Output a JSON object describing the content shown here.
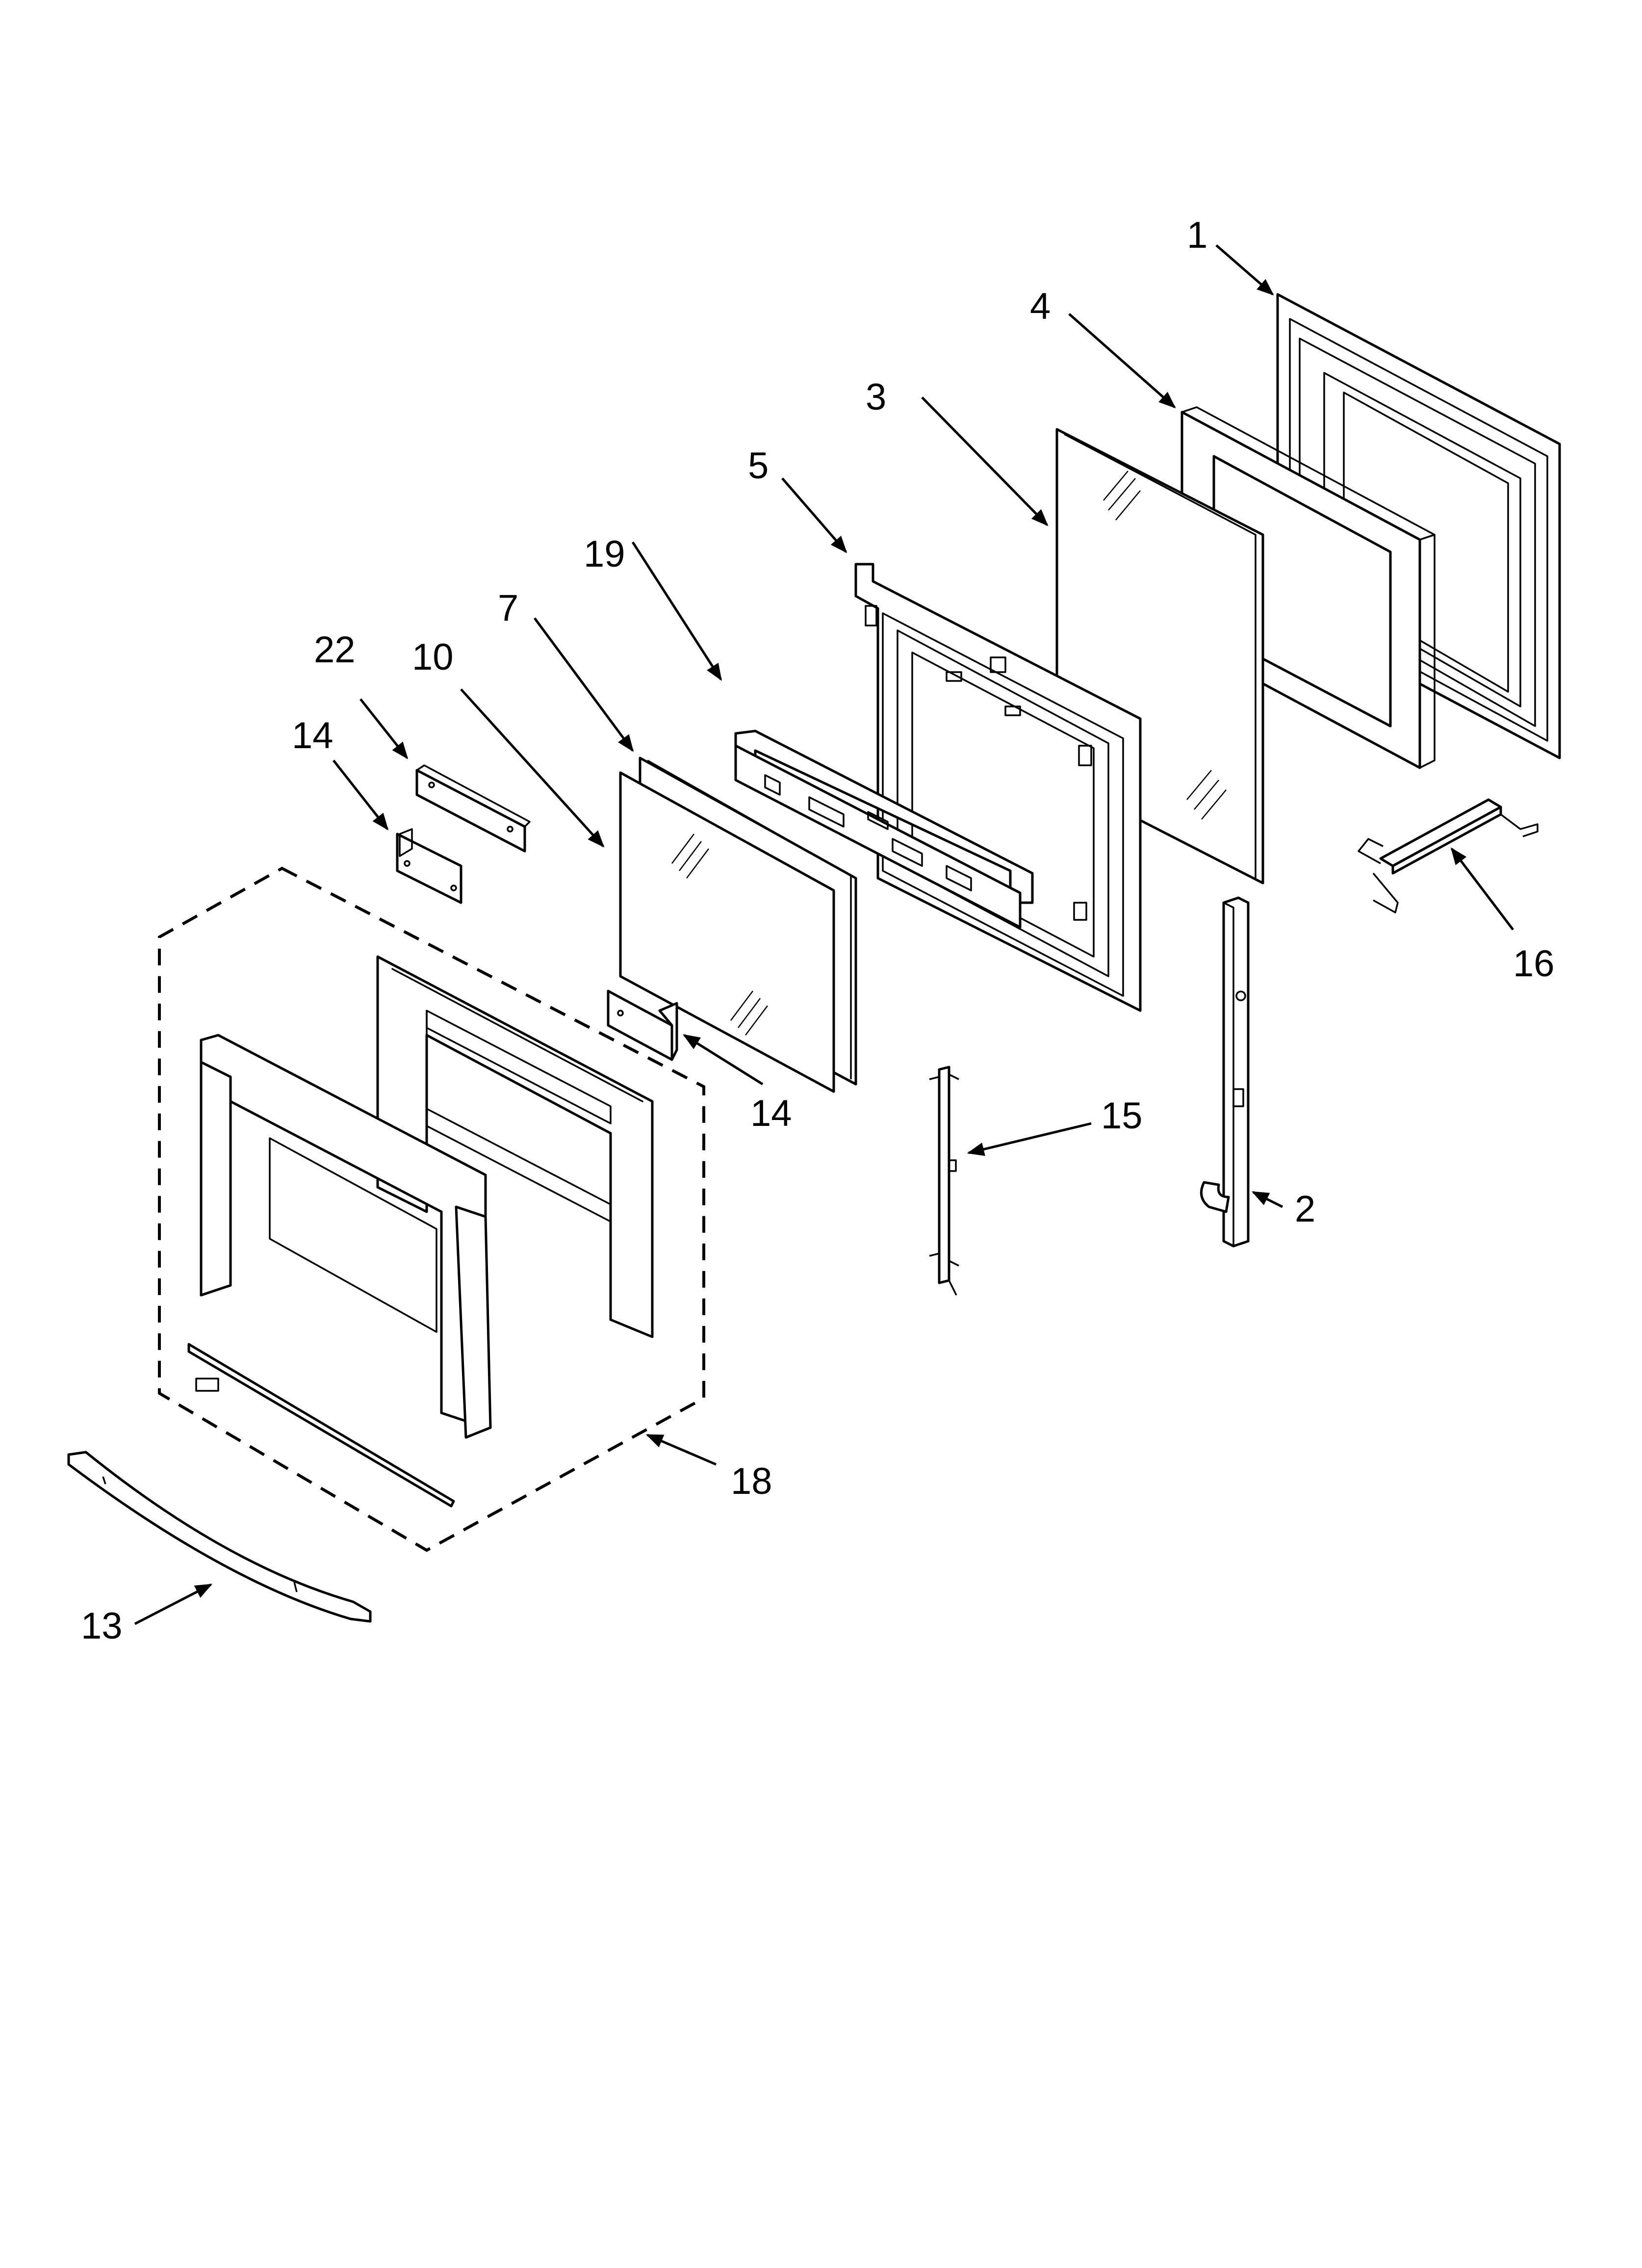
{
  "callouts": {
    "c1": "1",
    "c2": "2",
    "c3": "3",
    "c4": "4",
    "c5": "5",
    "c7": "7",
    "c10": "10",
    "c13": "13",
    "c14a": "14",
    "c14b": "14",
    "c15": "15",
    "c16": "16",
    "c18": "18",
    "c19": "19",
    "c22": "22"
  }
}
